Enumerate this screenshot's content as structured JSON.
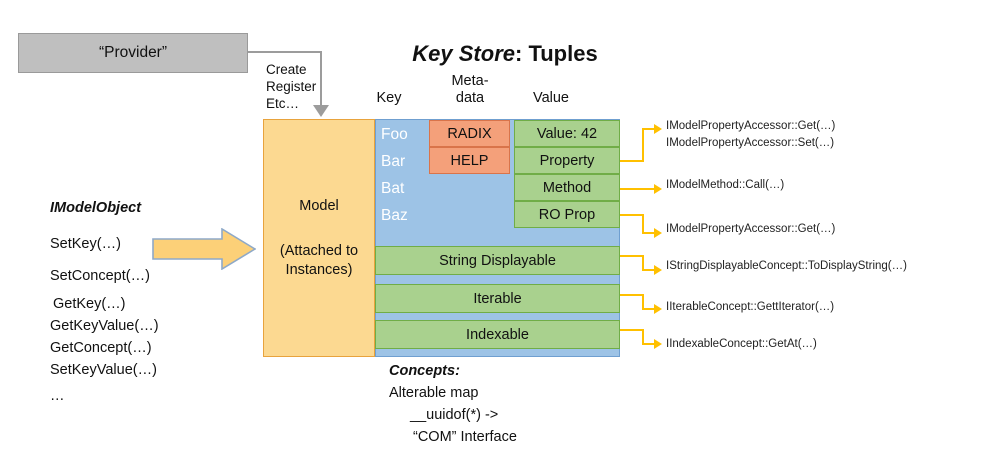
{
  "provider": {
    "label": "“Provider”",
    "connector_labels": [
      "Create",
      "Register",
      "Etc…"
    ]
  },
  "title": {
    "emphasis": "Key Store",
    "rest": ": Tuples",
    "full": "Key Store: Tuples"
  },
  "column_headers": {
    "key": "Key",
    "metadata_line1": "Meta-",
    "metadata_line2": "data",
    "value": "Value"
  },
  "model_panel": {
    "line1": "Model",
    "line2": "(Attached to",
    "line3": "Instances)"
  },
  "keys": [
    "Foo",
    "Bar",
    "Bat",
    "Baz"
  ],
  "metadata_cells": [
    "RADIX",
    "HELP"
  ],
  "value_rows": [
    {
      "label": "Value: 42",
      "width": "short"
    },
    {
      "label": "Property",
      "width": "short"
    },
    {
      "label": "Method",
      "width": "short"
    },
    {
      "label": "RO Prop",
      "width": "short"
    },
    {
      "label": "String Displayable",
      "width": "wide"
    },
    {
      "label": "Iterable",
      "width": "wide"
    },
    {
      "label": "Indexable",
      "width": "wide"
    }
  ],
  "callouts": [
    {
      "line1": "IModelPropertyAccessor::Get(…)",
      "line2": "IModelPropertyAccessor::Set(…)"
    },
    {
      "line1": "IModelMethod::Call(…)",
      "line2": ""
    },
    {
      "line1": "IModelPropertyAccessor::Get(…)",
      "line2": ""
    },
    {
      "line1": "IStringDisplayableConcept::ToDisplayString(…)",
      "line2": ""
    },
    {
      "line1": "IIterableConcept::GettIterator(…)",
      "line2": ""
    },
    {
      "line1": "IIndexableConcept::GetAt(…)",
      "line2": ""
    }
  ],
  "imodelobject": {
    "title": "IModelObject",
    "methods": [
      "SetKey(…)",
      "SetConcept(…)",
      "GetKey(…)",
      "GetKeyValue(…)",
      "GetConcept(…)",
      "SetKeyValue(…)",
      "…"
    ]
  },
  "concepts": {
    "title": "Concepts:",
    "lines": [
      "Alterable map",
      "__uuidof(*) ->",
      "“COM” Interface"
    ]
  },
  "colors": {
    "provider_fill": "#bfbfbf",
    "provider_stroke": "#9a9a9a",
    "connector": "#9c9c9c",
    "model_fill": "#fcd991",
    "model_stroke": "#e8a33d",
    "key_fill": "#9dc3e6",
    "key_stroke": "#6f9fd0",
    "meta_fill": "#f4a07a",
    "meta_stroke": "#d9744a",
    "value_fill": "#a9d18e",
    "value_stroke": "#70ad47",
    "arrow": "#ffc000"
  }
}
